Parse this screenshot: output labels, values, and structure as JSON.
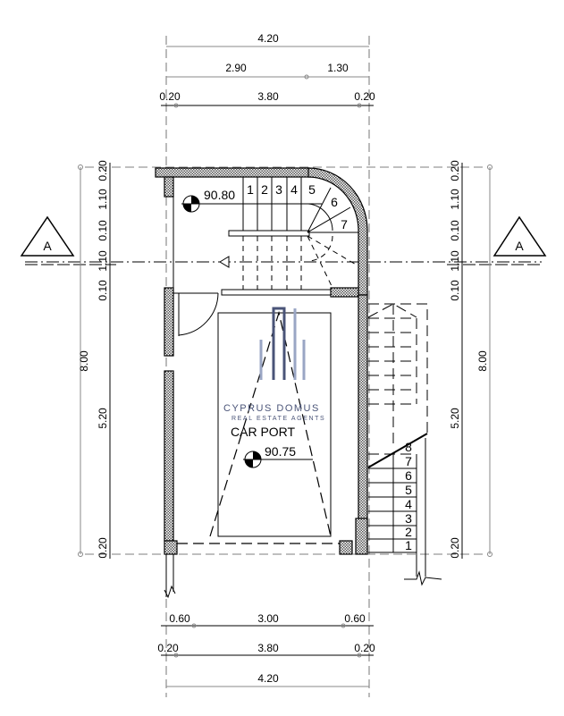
{
  "dimensions": {
    "top": {
      "overall": "4.20",
      "split_left": "2.90",
      "split_right": "1.30",
      "wall_left": "0.20",
      "inner": "3.80",
      "wall_right": "0.20"
    },
    "bottom": {
      "left": "0.60",
      "opening": "3.00",
      "right": "0.60",
      "wall_left": "0.20",
      "inner": "3.80",
      "wall_right": "0.20",
      "overall": "4.20"
    },
    "left": {
      "overall": "8.00",
      "segments": [
        "0.20",
        "1.10",
        "0.10",
        "1.10",
        "0.10",
        "5.20",
        "0.20"
      ]
    },
    "right": {
      "overall": "8.00",
      "segments": [
        "0.20",
        "1.10",
        "0.10",
        "1.10",
        "0.10",
        "5.20",
        "0.20"
      ]
    }
  },
  "section_marker": {
    "left": "A",
    "right": "A"
  },
  "levels": {
    "stair_landing": "90.80",
    "car_port": "90.75"
  },
  "room_label": "CAR PORT",
  "stair_upper_numbers": [
    "1",
    "2",
    "3",
    "4",
    "5",
    "6",
    "7"
  ],
  "stair_exterior_numbers": [
    "1",
    "2",
    "3",
    "4",
    "5",
    "6",
    "7",
    "8"
  ],
  "watermark": {
    "brand": "CYPRUS DOMUS",
    "tagline": "REAL ESTATE AGENTS",
    "color": "#4a5478"
  }
}
